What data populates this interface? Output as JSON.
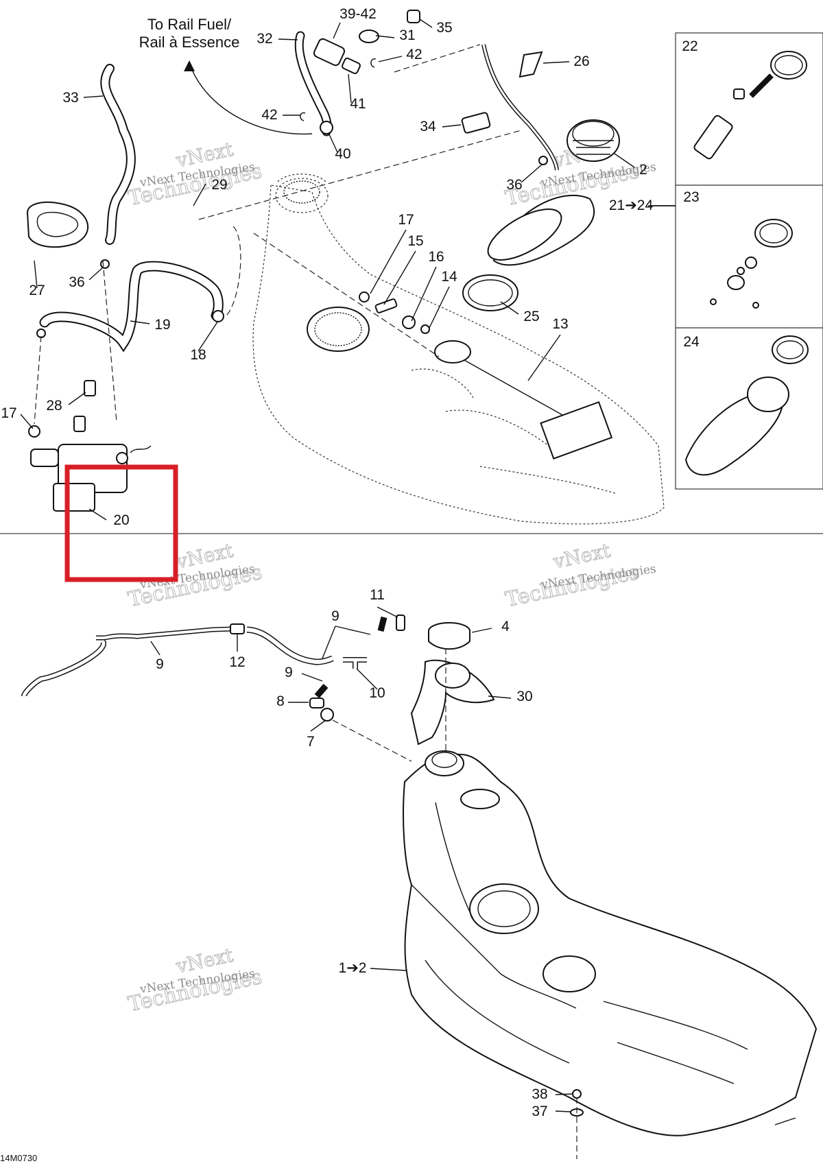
{
  "diagram": {
    "caption": {
      "line1": "To Rail Fuel/",
      "line2": "Rail à Essence"
    },
    "drawing_code": "14M0730",
    "watermark": {
      "line1": "vNext",
      "line2": "Technologies"
    },
    "highlight": {
      "color": "#d81f26",
      "target": "20"
    },
    "labels_top": [
      "39-42",
      "35",
      "32",
      "31",
      "42",
      "26",
      "33",
      "41",
      "42",
      "40",
      "34",
      "2",
      "22",
      "36",
      "29",
      "21➔24",
      "23",
      "17",
      "15",
      "16",
      "14",
      "27",
      "36",
      "19",
      "25",
      "13",
      "18",
      "24",
      "28",
      "17",
      "20"
    ],
    "labels_bottom": [
      "11",
      "9",
      "4",
      "9",
      "12",
      "9",
      "10",
      "30",
      "8",
      "7",
      "1➔2",
      "38",
      "37"
    ]
  }
}
